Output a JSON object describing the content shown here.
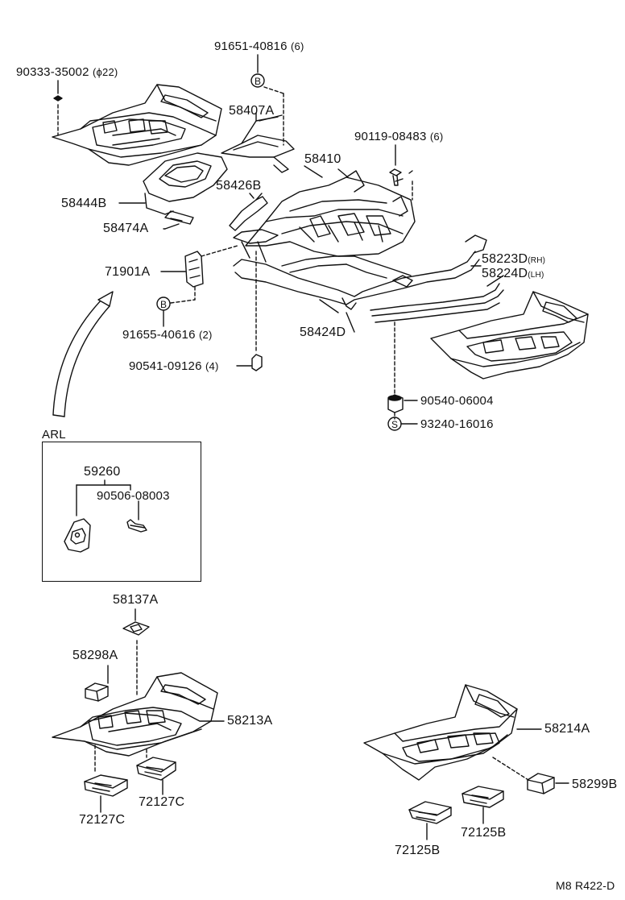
{
  "diagram": {
    "inset_title": "ARL",
    "footer_code": "M8 R422-D",
    "callout_letters": {
      "bolt_b": "B",
      "stud_s": "S"
    },
    "labels": {
      "p90333": {
        "part": "90333-35002",
        "qty": "(ϕ22)"
      },
      "p91651": {
        "part": "91651-40816",
        "qty": "(6)"
      },
      "p58407A": {
        "part": "58407A"
      },
      "p90119": {
        "part": "90119-08483",
        "qty": "(6)"
      },
      "p58410": {
        "part": "58410"
      },
      "p58426B": {
        "part": "58426B"
      },
      "p58444B": {
        "part": "58444B"
      },
      "p58474A": {
        "part": "58474A"
      },
      "p71901A": {
        "part": "71901A"
      },
      "p58223D": {
        "part": "58223D",
        "side": "(RH)"
      },
      "p58224D": {
        "part": "58224D",
        "side": "(LH)"
      },
      "p91655": {
        "part": "91655-40616",
        "qty": "(2)"
      },
      "p58424D": {
        "part": "58424D"
      },
      "p90541": {
        "part": "90541-09126",
        "qty": "(4)"
      },
      "p90540": {
        "part": "90540-06004"
      },
      "p93240": {
        "part": "93240-16016"
      },
      "p59260": {
        "part": "59260"
      },
      "p90506": {
        "part": "90506-08003"
      },
      "p58137A": {
        "part": "58137A"
      },
      "p58298A": {
        "part": "58298A"
      },
      "p58213A": {
        "part": "58213A"
      },
      "p72127C_a": {
        "part": "72127C"
      },
      "p72127C_b": {
        "part": "72127C"
      },
      "p58214A": {
        "part": "58214A"
      },
      "p58299B": {
        "part": "58299B"
      },
      "p72125B_a": {
        "part": "72125B"
      },
      "p72125B_b": {
        "part": "72125B"
      }
    }
  }
}
